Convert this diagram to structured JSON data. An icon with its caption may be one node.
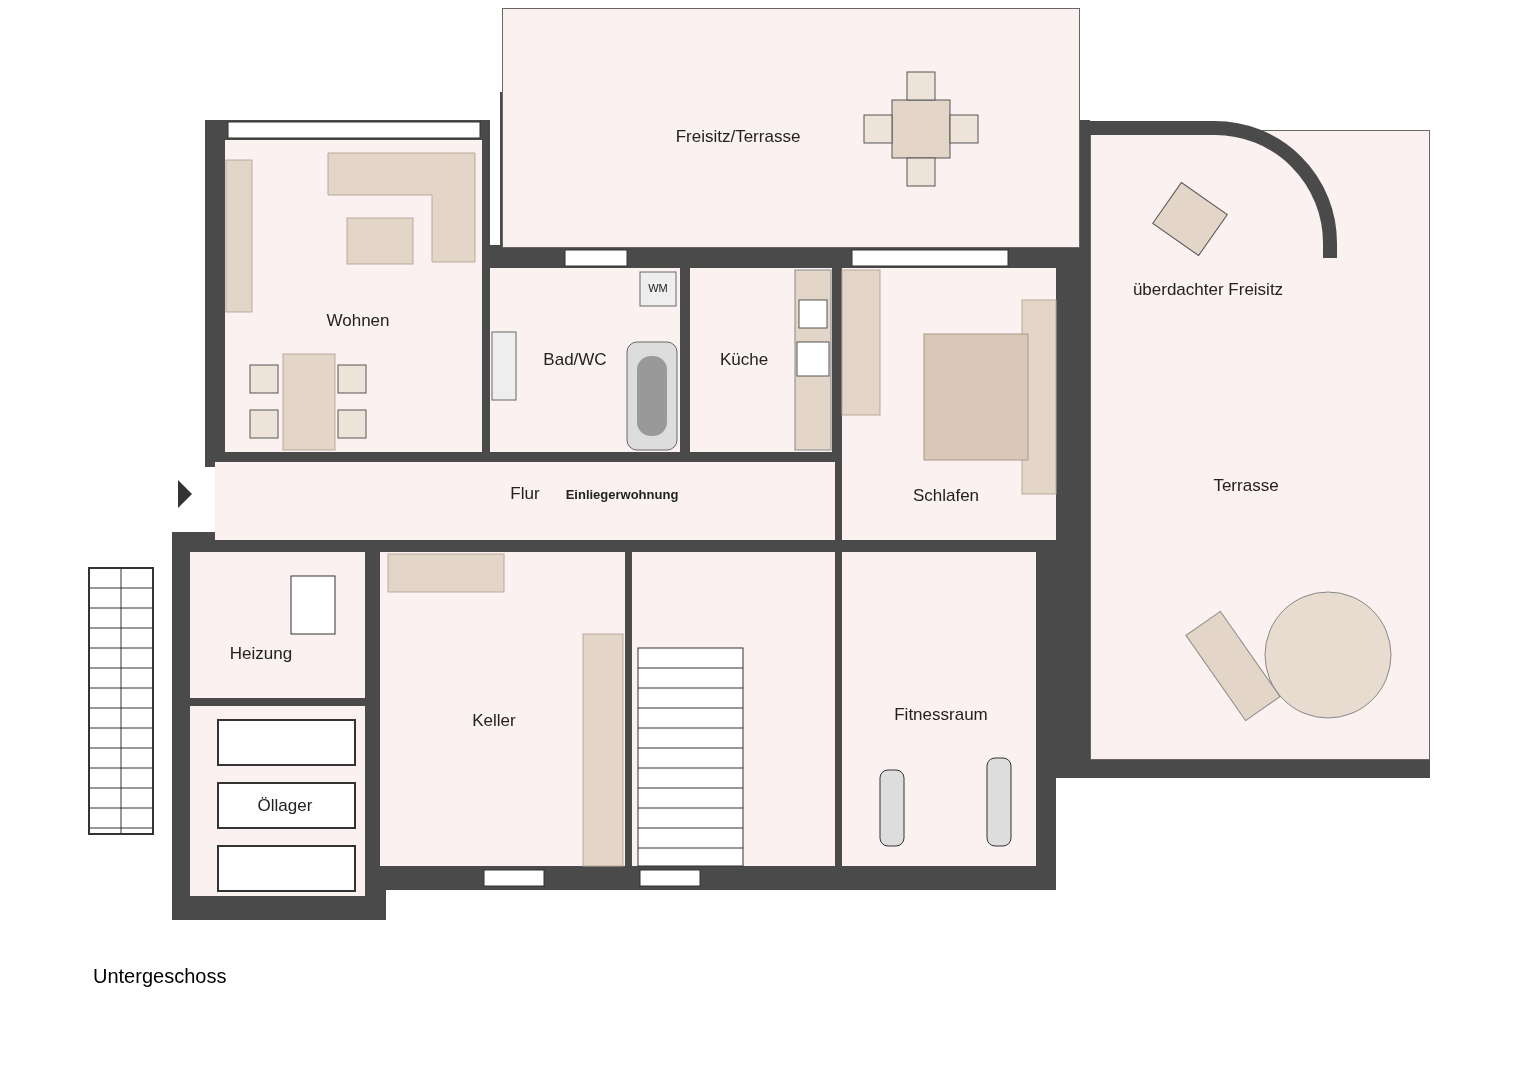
{
  "diagram": {
    "caption": "Untergeschoss",
    "nodes": [
      {
        "text": [
          "Freisitz/Terrasse"
        ]
      },
      {
        "text": [
          "überdachter Freisitz",
          "Terrasse"
        ]
      },
      {
        "text": [
          "Wohnen"
        ]
      },
      {
        "text": [
          "Bad/WC"
        ]
      },
      {
        "text": [
          "Küche"
        ]
      },
      {
        "text": [
          "Schlafen"
        ]
      },
      {
        "text": [
          "Flur"
        ]
      },
      {
        "text": [
          "Heizung"
        ]
      },
      {
        "text": [
          "Keller"
        ]
      },
      {
        "text": [
          "Öllager"
        ]
      },
      {
        "text": [
          "Fitnessraum"
        ]
      }
    ],
    "labels": [
      "WM",
      "Einliegerwohnung"
    ]
  }
}
